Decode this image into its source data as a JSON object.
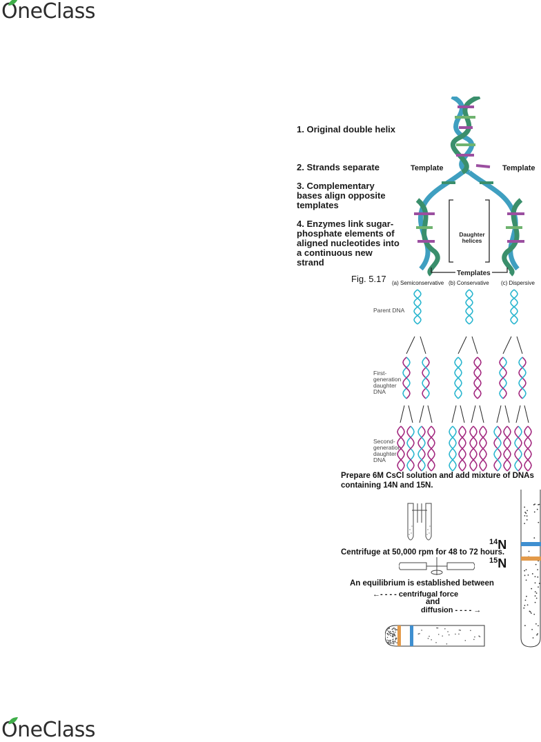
{
  "header": {
    "logo_text": "OneClass"
  },
  "footer": {
    "logo_text": "OneClass"
  },
  "fig1": {
    "steps": [
      "1. Original double helix",
      "2. Strands separate",
      "3. Complementary bases align opposite templates",
      "4. Enzymes link sugar-phosphate elements of aligned nucleotides into a continuous new strand"
    ],
    "template_left": "Template",
    "template_right": "Template",
    "daughter_helices": "Daughter helices",
    "templates_bottom": "Templates",
    "caption": "Fig. 5.17"
  },
  "fig2": {
    "models": [
      "(a) Semiconservative",
      "(b) Conservative",
      "(c) Dispersive"
    ],
    "rows": [
      "Parent DNA",
      "First-generation daughter DNA",
      "Second-generation daughter DNA"
    ]
  },
  "fig3": {
    "step1": "Prepare 6M CsCl solution and add mixture of DNAs containing 14N and 15N.",
    "step2": "Centrifuge at 50,000 rpm for 48 to 72 hours.",
    "step3": "An equilibrium is established between",
    "force_label": "centrifugal force",
    "and_label": "and",
    "diffusion_label": "diffusion",
    "n14": "14N",
    "n15": "15N"
  },
  "colors": {
    "cyan": "#2ab6cf",
    "magenta": "#a2287f",
    "orange": "#e39a4a",
    "blue": "#3f8fd0",
    "helix_green": "#3a8f6c",
    "helix_blue": "#3f9fc0"
  }
}
